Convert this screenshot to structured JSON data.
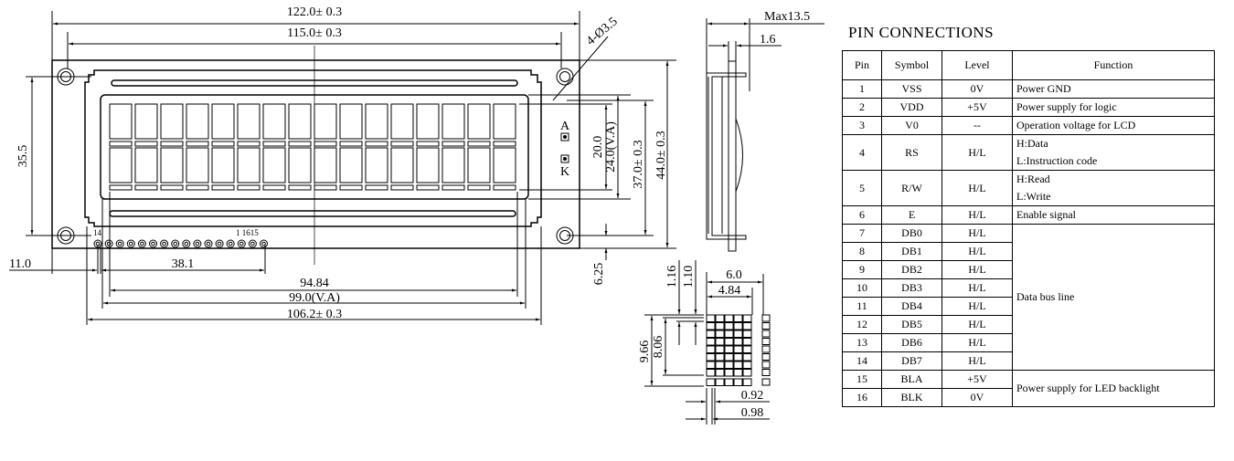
{
  "drawing": {
    "dims": {
      "overall_width": "122.0± 0.3",
      "hole_pitch_x": "115.0± 0.3",
      "hole_dia": "4-Ø3.5",
      "hole_pitch_y": "35.5",
      "char_height": "20.0",
      "va_height": "24.0(V.A)",
      "bezel_height": "37.0± 0.3",
      "overall_height": "44.0± 0.3",
      "pin_offset_y": "6.25",
      "pin_offset_x": "11.0",
      "pin_span": "38.1",
      "char_span": "94.84",
      "va_width": "99.0(V.A)",
      "bezel_width": "106.2± 0.3",
      "max_thickness": "Max13.5",
      "pcb_thickness": "1.6",
      "dot_h1": "1.16",
      "dot_h2": "1.10",
      "char_cell_w": "6.0",
      "char_w": "4.84",
      "char_cell_h": "9.66",
      "char_h": "8.06",
      "dot_w1": "0.92",
      "dot_w2": "0.98"
    },
    "labels": {
      "anode": "A",
      "cathode": "K",
      "pin_left": "14",
      "pin_right": "1 1615"
    },
    "char_columns": 16,
    "char_rows": 2,
    "pin_count": 16
  },
  "pin_connections": {
    "title": "PIN  CONNECTIONS",
    "headers": [
      "Pin",
      "Symbol",
      "Level",
      "Function"
    ],
    "rows": [
      {
        "pin": "1",
        "symbol": "VSS",
        "level": "0V",
        "function": "Power  GND"
      },
      {
        "pin": "2",
        "symbol": "VDD",
        "level": "+5V",
        "function": "Power supply for logic"
      },
      {
        "pin": "3",
        "symbol": "V0",
        "level": "--",
        "function": "Operation voltage for LCD"
      },
      {
        "pin": "4",
        "symbol": "RS",
        "level": "H/L",
        "function": "H:Data",
        "function2": "L:Instruction code"
      },
      {
        "pin": "5",
        "symbol": "R/W",
        "level": "H/L",
        "function": "H:Read",
        "function2": "L:Write"
      },
      {
        "pin": "6",
        "symbol": "E",
        "level": "H/L",
        "function": "Enable signal"
      },
      {
        "pin": "7",
        "symbol": "DB0",
        "level": "H/L",
        "function": "Data bus line"
      },
      {
        "pin": "8",
        "symbol": "DB1",
        "level": "H/L"
      },
      {
        "pin": "9",
        "symbol": "DB2",
        "level": "H/L"
      },
      {
        "pin": "10",
        "symbol": "DB3",
        "level": "H/L"
      },
      {
        "pin": "11",
        "symbol": "DB4",
        "level": "H/L"
      },
      {
        "pin": "12",
        "symbol": "DB5",
        "level": "H/L"
      },
      {
        "pin": "13",
        "symbol": "DB6",
        "level": "H/L"
      },
      {
        "pin": "14",
        "symbol": "DB7",
        "level": "H/L"
      },
      {
        "pin": "15",
        "symbol": "BLA",
        "level": "+5V",
        "function": "Power supply for LED backlight"
      },
      {
        "pin": "16",
        "symbol": "BLK",
        "level": "0V"
      }
    ]
  }
}
